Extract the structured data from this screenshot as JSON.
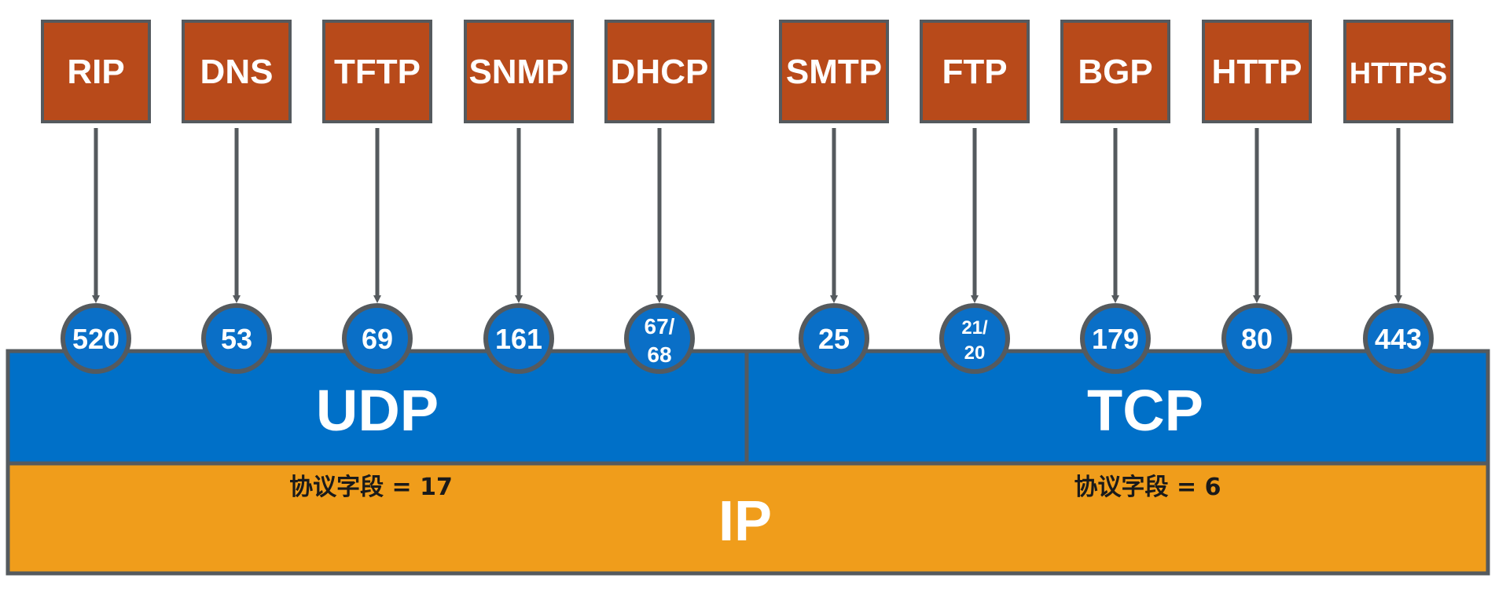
{
  "colors": {
    "protocol_box": "#b84a1a",
    "udp_tcp": "#0070c8",
    "ip": "#f09d1b",
    "border": "#555a5e",
    "arrow": "#555a5e",
    "port_circle": "#0a6fc7",
    "text_light": "#ffffff",
    "text_dark": "#1a1a1a"
  },
  "protocols": [
    {
      "name": "RIP",
      "port": [
        "520"
      ],
      "transport": "UDP"
    },
    {
      "name": "DNS",
      "port": [
        "53"
      ],
      "transport": "UDP"
    },
    {
      "name": "TFTP",
      "port": [
        "69"
      ],
      "transport": "UDP"
    },
    {
      "name": "SNMP",
      "port": [
        "161"
      ],
      "transport": "UDP"
    },
    {
      "name": "DHCP",
      "port": [
        "67/",
        "68"
      ],
      "transport": "UDP"
    },
    {
      "name": "SMTP",
      "port": [
        "25"
      ],
      "transport": "TCP"
    },
    {
      "name": "FTP",
      "port": [
        "21/",
        "20"
      ],
      "transport": "TCP"
    },
    {
      "name": "BGP",
      "port": [
        "179"
      ],
      "transport": "TCP"
    },
    {
      "name": "HTTP",
      "port": [
        "80"
      ],
      "transport": "TCP"
    },
    {
      "name": "HTTPS",
      "port": [
        "443"
      ],
      "transport": "TCP"
    }
  ],
  "layers": {
    "udp": {
      "label": "UDP"
    },
    "tcp": {
      "label": "TCP"
    },
    "ip": {
      "label": "IP"
    }
  },
  "protocol_fields": {
    "udp": "协议字段 = 17",
    "tcp": "协议字段 = 6"
  }
}
